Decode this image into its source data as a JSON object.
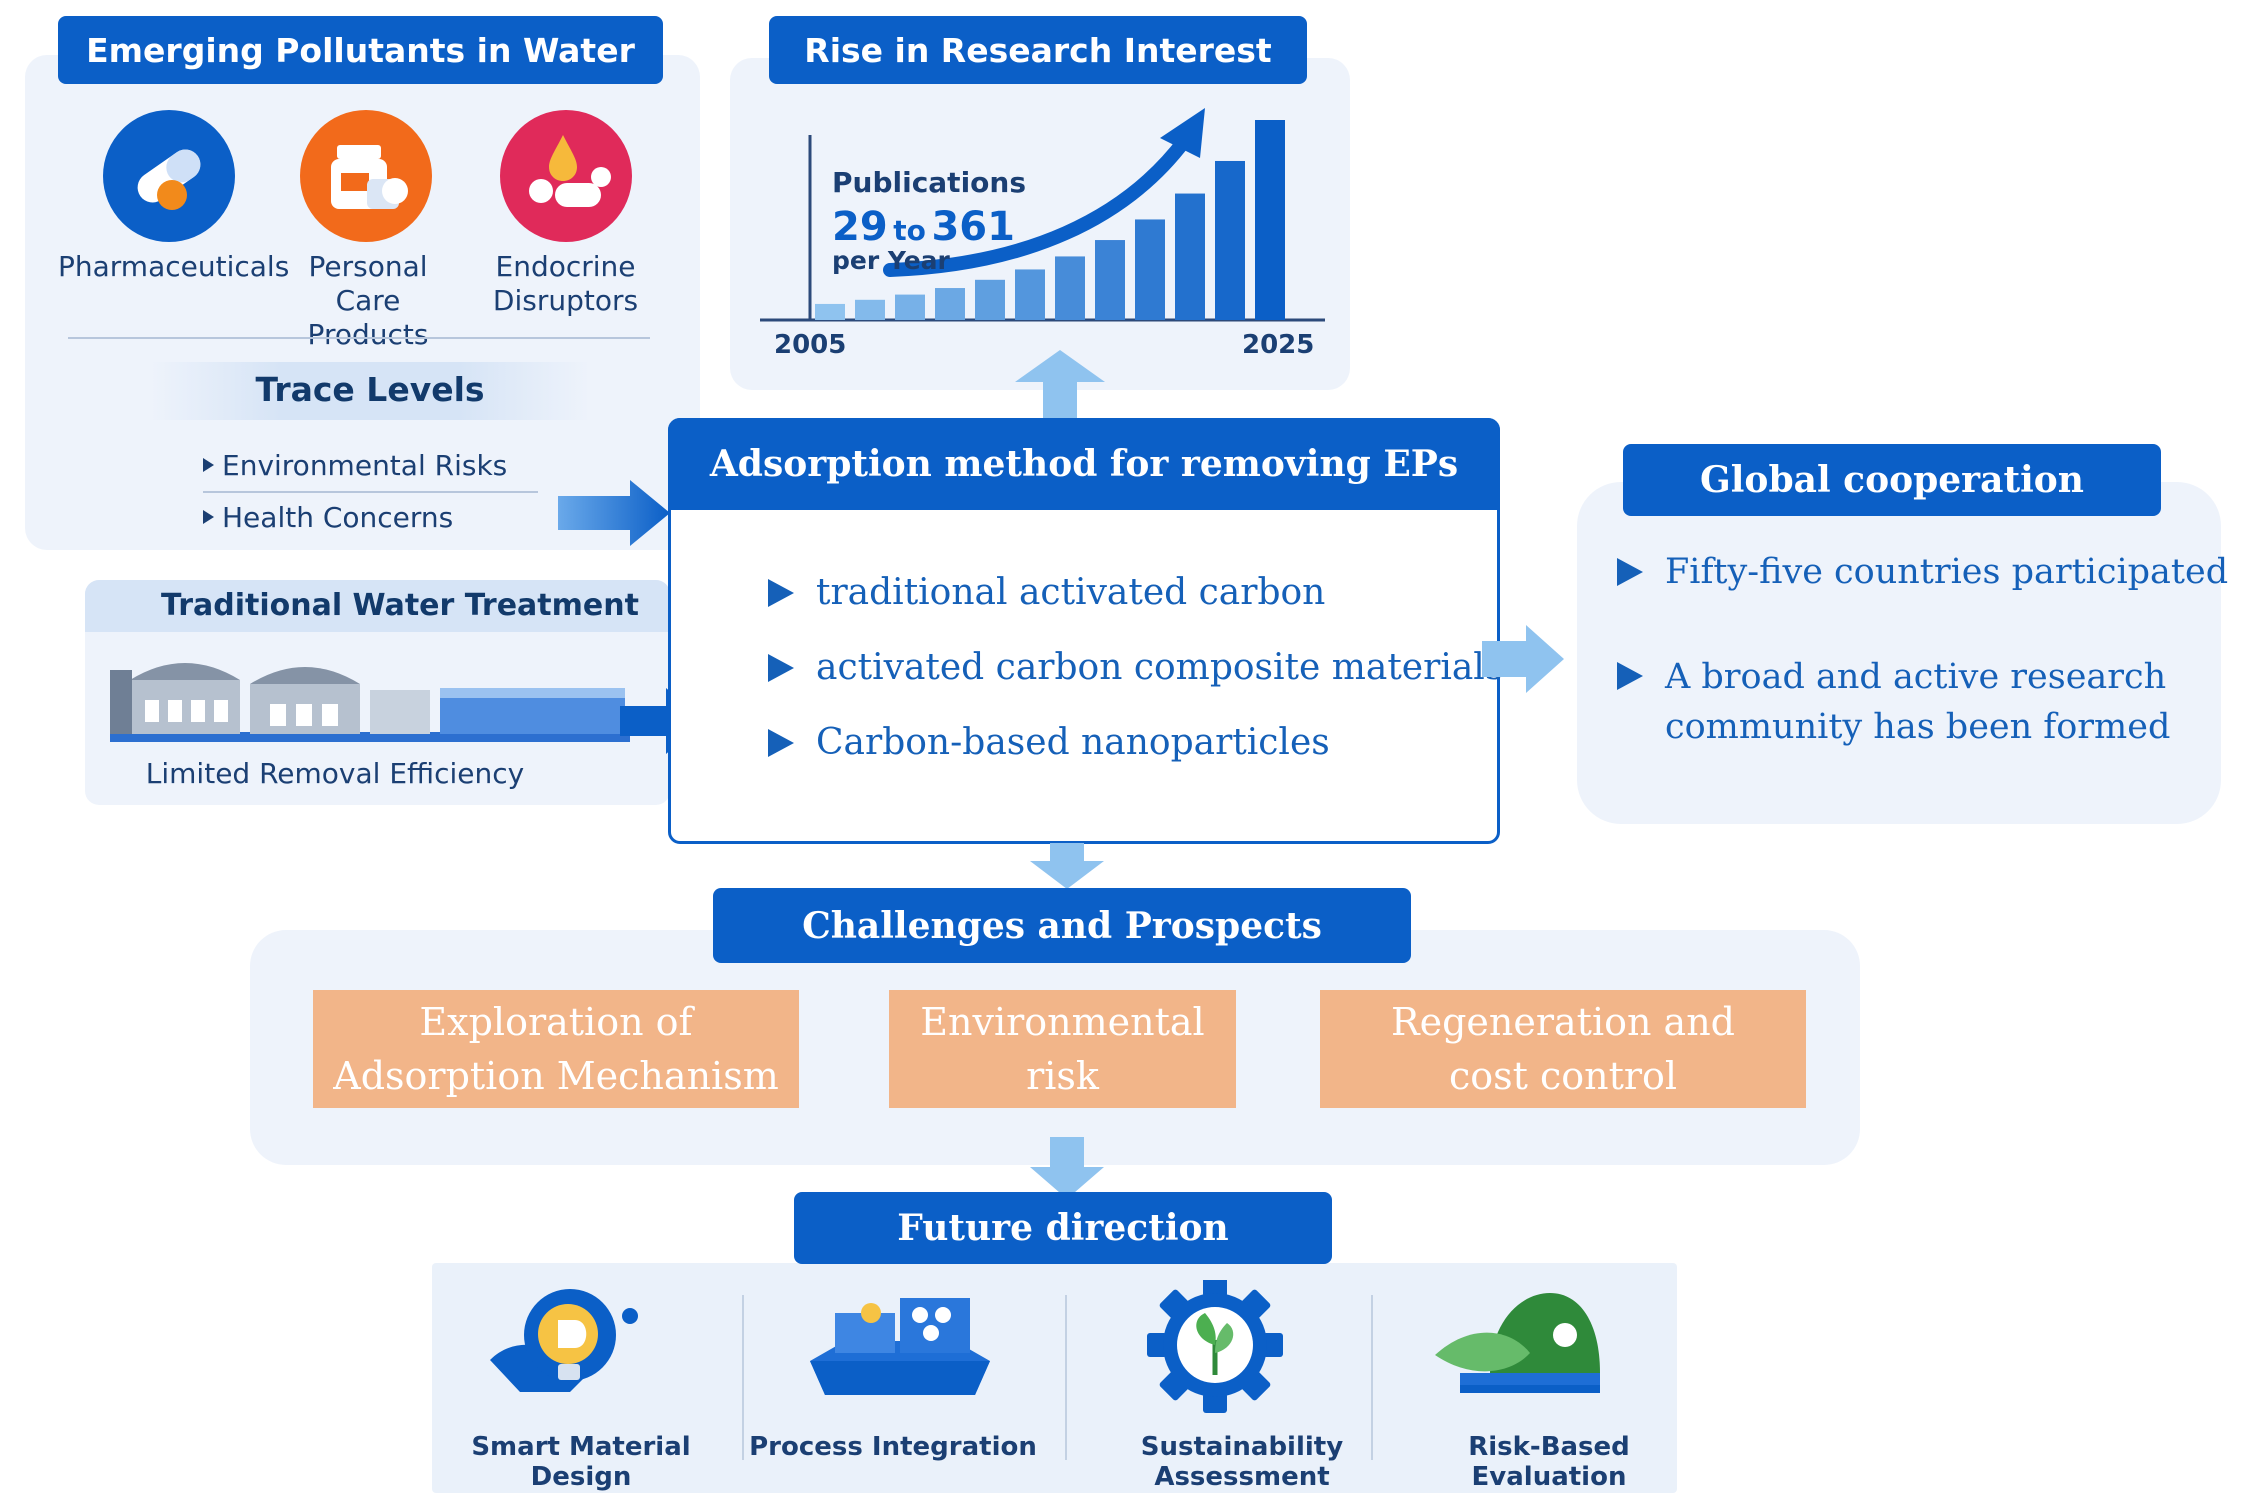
{
  "pollutants": {
    "title": "Emerging Pollutants in Water",
    "items": [
      {
        "label": "Pharmaceuticals",
        "icon": "pill-icon",
        "color": "#0b5fc7"
      },
      {
        "label": "Personal Care Products",
        "icon": "cosmetics-icon",
        "color": "#f26a1b"
      },
      {
        "label": "Endocrine Disruptors",
        "icon": "droplet-pills-icon",
        "color": "#e02a5a"
      }
    ],
    "trace_title": "Trace Levels",
    "trace_items": [
      "Environmental Risks",
      "Health Concerns"
    ]
  },
  "treatment": {
    "title": "Traditional Water Treatment",
    "caption": "Limited Removal Efficiency"
  },
  "research": {
    "title": "Rise in Research Interest",
    "publications_label": "Publications",
    "range_from": "29",
    "range_to_word": "to",
    "range_to": "361",
    "per_year": "per Year",
    "year_start": "2005",
    "year_end": "2025"
  },
  "chart_data": {
    "type": "bar",
    "x": [
      "2005",
      "2025"
    ],
    "values": [
      29,
      361
    ],
    "note": "Publications 29 to 361 per Year"
  },
  "adsorption": {
    "title": "Adsorption method for removing EPs",
    "items": [
      "traditional activated carbon",
      "activated carbon composite materials",
      "Carbon-based nanoparticles"
    ]
  },
  "global": {
    "title": "Global cooperation",
    "items": [
      "Fifty-five countries participated",
      "A broad and active research community has been formed"
    ]
  },
  "challenges": {
    "title": "Challenges and Prospects",
    "items": [
      "Exploration of Adsorption Mechanism",
      "Environmental risk",
      "Regeneration and cost control"
    ]
  },
  "future": {
    "title": "Future direction",
    "items": [
      {
        "label": "Smart Material Design",
        "icon": "lightbulb-hand-icon"
      },
      {
        "label": "Process Integration",
        "icon": "process-equipment-icon"
      },
      {
        "label": "Sustainability Assessment",
        "icon": "gear-leaf-icon"
      },
      {
        "label": "Risk-Based Evaluation",
        "icon": "leaf-shield-icon"
      }
    ]
  },
  "colors": {
    "primary_blue": "#0b5fc7",
    "panel_bg": "#eef3fb",
    "challenge_orange": "#f2b589",
    "arrow_light": "#8fc3ef"
  }
}
